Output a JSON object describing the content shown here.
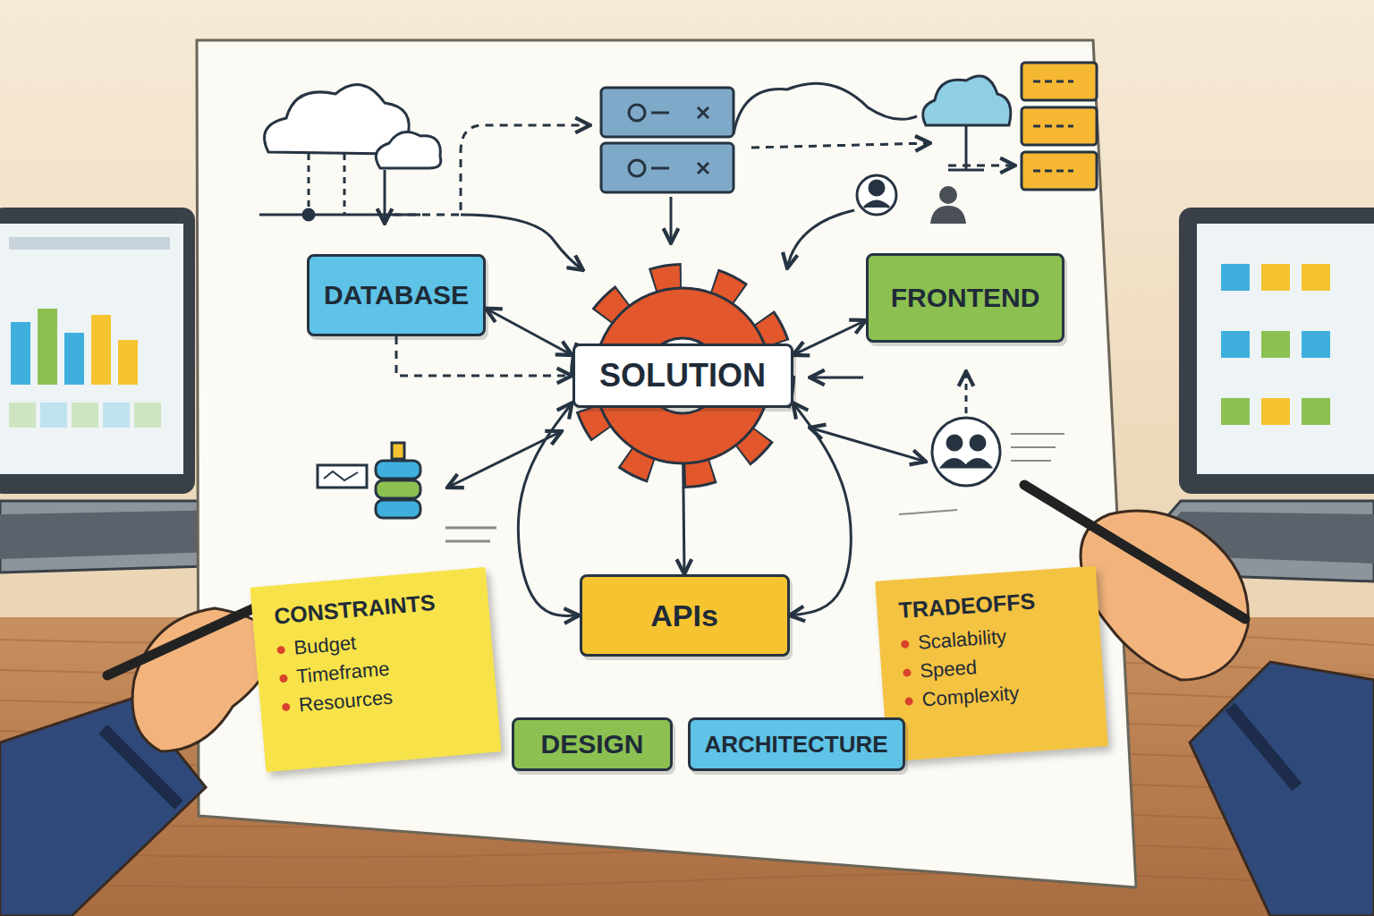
{
  "diagram": {
    "nodes": [
      {
        "text": [
          "DATABASE"
        ]
      },
      {
        "text": [
          "SOLUTION"
        ]
      },
      {
        "text": [
          "FRONTEND"
        ]
      },
      {
        "text": [
          "APIs"
        ]
      },
      {
        "text": [
          "CONSTRAINTS",
          "Budget",
          "Timeframe",
          "Resources"
        ]
      },
      {
        "text": [
          "TRADEOFFS",
          "Scalability",
          "Speed",
          "Complexity"
        ]
      },
      {
        "text": [
          "DESIGN"
        ]
      },
      {
        "text": [
          "ARCHITECTURE"
        ]
      }
    ],
    "edges": [
      {
        "from": 1,
        "to": 0,
        "arrow": "both"
      },
      {
        "from": 0,
        "to": 1,
        "arrow": "to"
      },
      {
        "from": 1,
        "to": 2,
        "arrow": "both"
      },
      {
        "from": 1,
        "to": 3,
        "arrow": "to"
      },
      {
        "from": 3,
        "to": 1,
        "arrow": "both"
      },
      {
        "from": 1,
        "to": 3,
        "arrow": "both"
      }
    ]
  }
}
